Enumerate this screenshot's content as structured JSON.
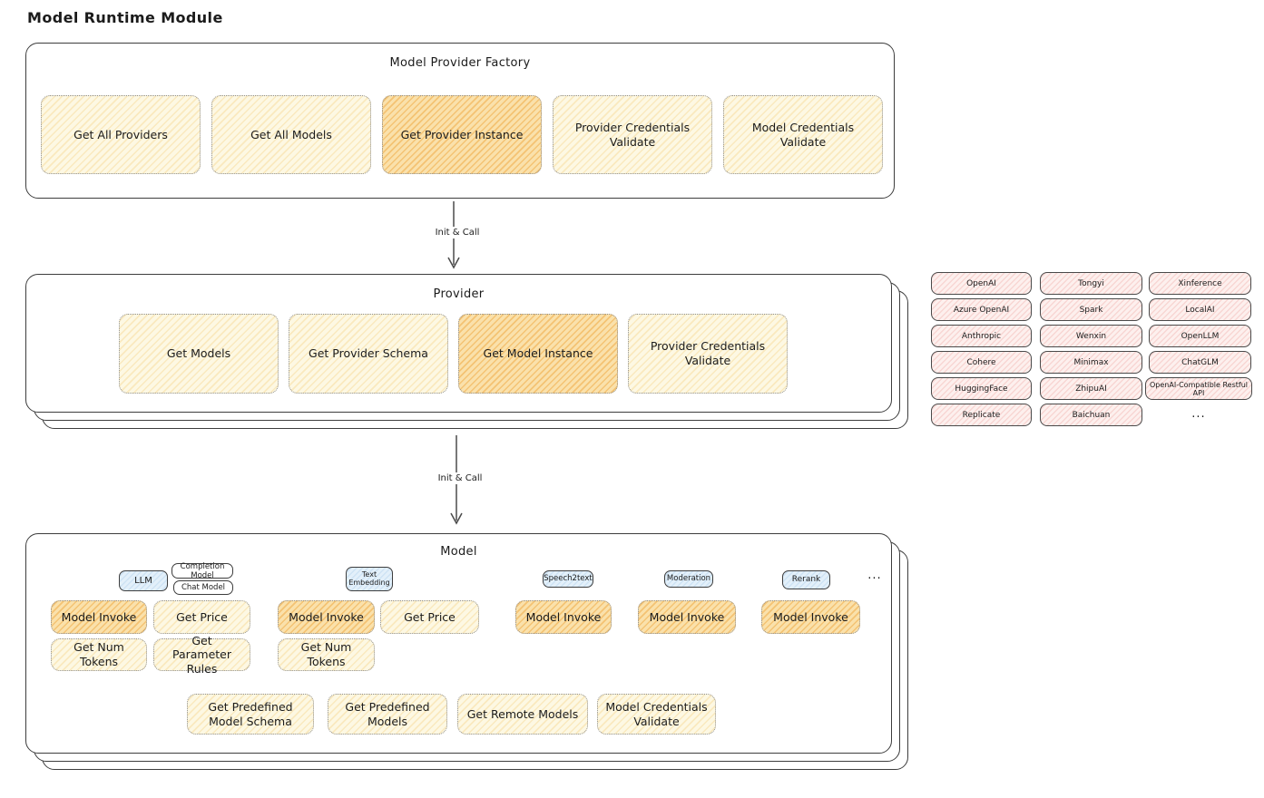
{
  "diagram": {
    "title": "Model Runtime Module"
  },
  "arrows": {
    "init_call_1": "Init & Call",
    "init_call_2": "Init & Call"
  },
  "factory": {
    "title": "Model Provider Factory",
    "boxes": {
      "get_all_providers": "Get All Providers",
      "get_all_models": "Get All Models",
      "get_provider_instance": "Get Provider Instance",
      "provider_credentials_validate": "Provider Credentials Validate",
      "model_credentials_validate": "Model Credentials Validate"
    }
  },
  "provider": {
    "title": "Provider",
    "boxes": {
      "get_models": "Get Models",
      "get_provider_schema": "Get Provider Schema",
      "get_model_instance": "Get Model Instance",
      "provider_credentials_validate": "Provider Credentials Validate"
    }
  },
  "model": {
    "title": "Model",
    "tags": {
      "llm": "LLM",
      "completion_model": "Completion Model",
      "chat_model": "Chat Model",
      "text_embedding": "Text Embedding",
      "speech2text": "Speech2text",
      "moderation": "Moderation",
      "rerank": "Rerank",
      "more": "..."
    },
    "llm_ops": {
      "model_invoke": "Model Invoke",
      "get_price": "Get Price",
      "get_num_tokens": "Get Num Tokens",
      "get_parameter_rules": "Get Parameter Rules"
    },
    "text_embedding_ops": {
      "model_invoke": "Model Invoke",
      "get_price": "Get Price",
      "get_num_tokens": "Get Num Tokens"
    },
    "speech2text_ops": {
      "model_invoke": "Model Invoke"
    },
    "moderation_ops": {
      "model_invoke": "Model Invoke"
    },
    "rerank_ops": {
      "model_invoke": "Model Invoke"
    },
    "common_ops": {
      "get_predefined_model_schema": "Get Predefined Model Schema",
      "get_predefined_models": "Get Predefined Models",
      "get_remote_models": "Get Remote Models",
      "model_credentials_validate": "Model Credentials Validate"
    }
  },
  "providers_list": {
    "column1": [
      "OpenAI",
      "Azure OpenAI",
      "Anthropic",
      "Cohere",
      "HuggingFace",
      "Replicate"
    ],
    "column2": [
      "Tongyi",
      "Spark",
      "Wenxin",
      "Minimax",
      "ZhipuAI",
      "Baichuan"
    ],
    "column3": [
      "Xinference",
      "LocalAI",
      "OpenLLM",
      "ChatGLM",
      "OpenAI-Compatible Restful API"
    ],
    "more": "..."
  },
  "colors": {
    "panel_border": "#3d3d3d",
    "box_fill_cream": "#fdf8e3",
    "box_fill_highlight": "#fae1ab",
    "box_hatch_orange": "#eda53c",
    "provider_chip_fill": "#fdf0ee",
    "provider_chip_hatch": "#e98c87",
    "tag_fill_blue": "#e3f0fa",
    "text": "#1b1b1b"
  }
}
